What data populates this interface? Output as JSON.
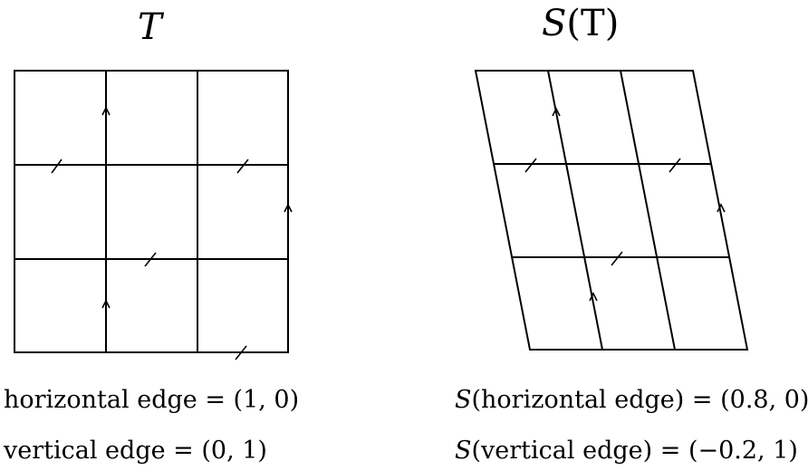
{
  "titles": {
    "left": {
      "main": "T",
      "pre": "",
      "post": ""
    },
    "right": {
      "pre": "",
      "main": "S",
      "post": "(T)"
    }
  },
  "captions": {
    "left_horizontal": {
      "text": "horizontal edge = (1, 0)"
    },
    "left_vertical": {
      "text": "vertical edge = (0, 1)"
    },
    "right_horizontal": {
      "func": "S",
      "text": "(horizontal edge) = (0.8, 0)"
    },
    "right_vertical": {
      "func": "S",
      "text": "(vertical edge) = (−0.2, 1)"
    }
  },
  "colors": {
    "ink": "#000000",
    "background": "#ffffff"
  }
}
